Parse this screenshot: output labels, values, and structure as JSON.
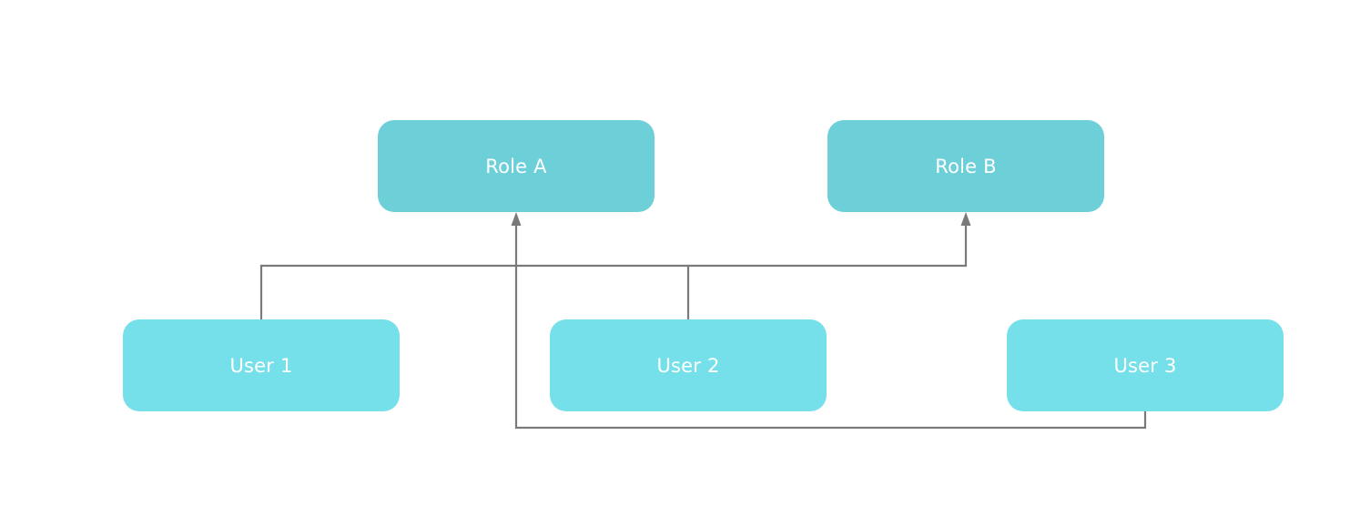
{
  "diagram": {
    "nodes": {
      "role_a": {
        "label": "Role A"
      },
      "role_b": {
        "label": "Role B"
      },
      "user_1": {
        "label": "User 1"
      },
      "user_2": {
        "label": "User 2"
      },
      "user_3": {
        "label": "User 3"
      }
    },
    "edges": [
      {
        "from": "User 1",
        "to": "Role B"
      },
      {
        "from": "User 2",
        "to": "Role B"
      },
      {
        "from": "User 3",
        "to": "Role A"
      }
    ],
    "colors": {
      "role_fill": "#6dcfd8",
      "user_fill": "#76e0ea",
      "connector": "#7a7a7a",
      "label_text": "#ffffff"
    }
  }
}
